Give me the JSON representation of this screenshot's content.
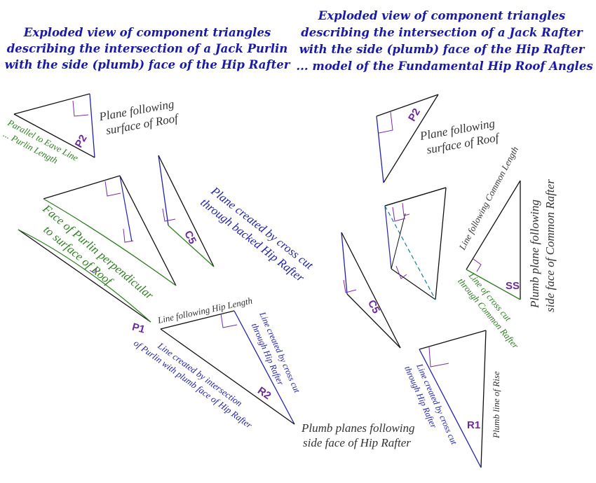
{
  "title_left": [
    "Exploded view of component triangles",
    "describing the intersection of a Jack Purlin",
    "with the side (plumb) face of the Hip Rafter"
  ],
  "title_right": [
    "Exploded view of component triangles",
    "describing the intersection of a Jack Rafter",
    "with the side (plumb) face of the Hip Rafter",
    "... model of the Fundamental Hip Roof Angles"
  ],
  "labels": {
    "plane_roof_left": [
      "Plane following",
      "surface of Roof"
    ],
    "parallel_eave": [
      "Parallel to Eave Line",
      "... Purlin Length"
    ],
    "face_purlin": [
      "Face of Purlin perpendicular",
      "to surface of Roof"
    ],
    "plane_cross_cut": [
      "Plane created by cross cut",
      "through backed Hip Rafter"
    ],
    "hip_length": "Line following Hip Length",
    "cross_cut_hip_left": [
      "Line created by cross cut",
      "through Hip Rafter"
    ],
    "intersection_purlin": [
      "Line created by intersection",
      "of Purlin with plumb face of Hip Rafter"
    ],
    "plumb_planes_hip": [
      "Plumb planes following",
      "side face of Hip Rafter"
    ],
    "plane_roof_right": [
      "Plane following",
      "surface of Roof"
    ],
    "common_length": "Line following Common Length",
    "plumb_plane_common": [
      "Plumb plane following",
      "side face of Common Rafter"
    ],
    "cross_cut_common": [
      "Line of cross cut",
      "through Common Rafter"
    ],
    "cross_cut_hip_right": [
      "Line created by cross cut",
      "through Hip Rafter"
    ],
    "plumb_rise": "Plumb line of Rise"
  },
  "triangle_ids": {
    "p2_left": "P2",
    "c5_left": "C5",
    "p1": "P1",
    "r2": "R2",
    "p2_right": "P2",
    "c5_right": "C5",
    "ss": "SS",
    "r1": "R1"
  },
  "colors": {
    "title": "#1a1aa8",
    "edge_dark": "#111111",
    "edge_blue": "#2222aa",
    "edge_green": "#2e7d22",
    "edge_teal": "#1a7a9a",
    "right_angle": "#7a2aaa"
  }
}
